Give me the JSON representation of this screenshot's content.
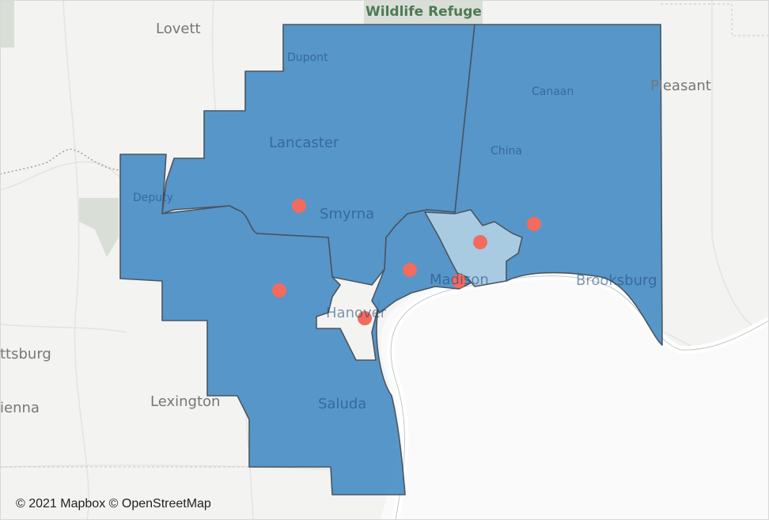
{
  "map": {
    "attribution": "© 2021 Mapbox © OpenStreetMap",
    "colors": {
      "land": "#f3f3f1",
      "region_fill": "#4a8ec6",
      "region_fill_highlight": "#a9cbe2",
      "region_border": "#4a5561",
      "marker": "#f26b5e",
      "river": "#ffffff",
      "road": "#e2e2e2",
      "park": "#d9dfd7"
    },
    "labels": {
      "wildlife_refuge": "Wildlife Refuge",
      "lovett": "Lovett",
      "dupont": "Dupont",
      "lancaster": "Lancaster",
      "smyrna": "Smyrna",
      "deputy": "Deputy",
      "canaan": "Canaan",
      "china": "China",
      "pleasant": "Pleasant",
      "madison": "Madison",
      "brooksburg": "Brooksburg",
      "hanover": "Hanover",
      "saluda": "Saluda",
      "lexington": "Lexington",
      "scottsburg": "ttsburg",
      "vienna": "ienna"
    },
    "marker_count": 7
  }
}
